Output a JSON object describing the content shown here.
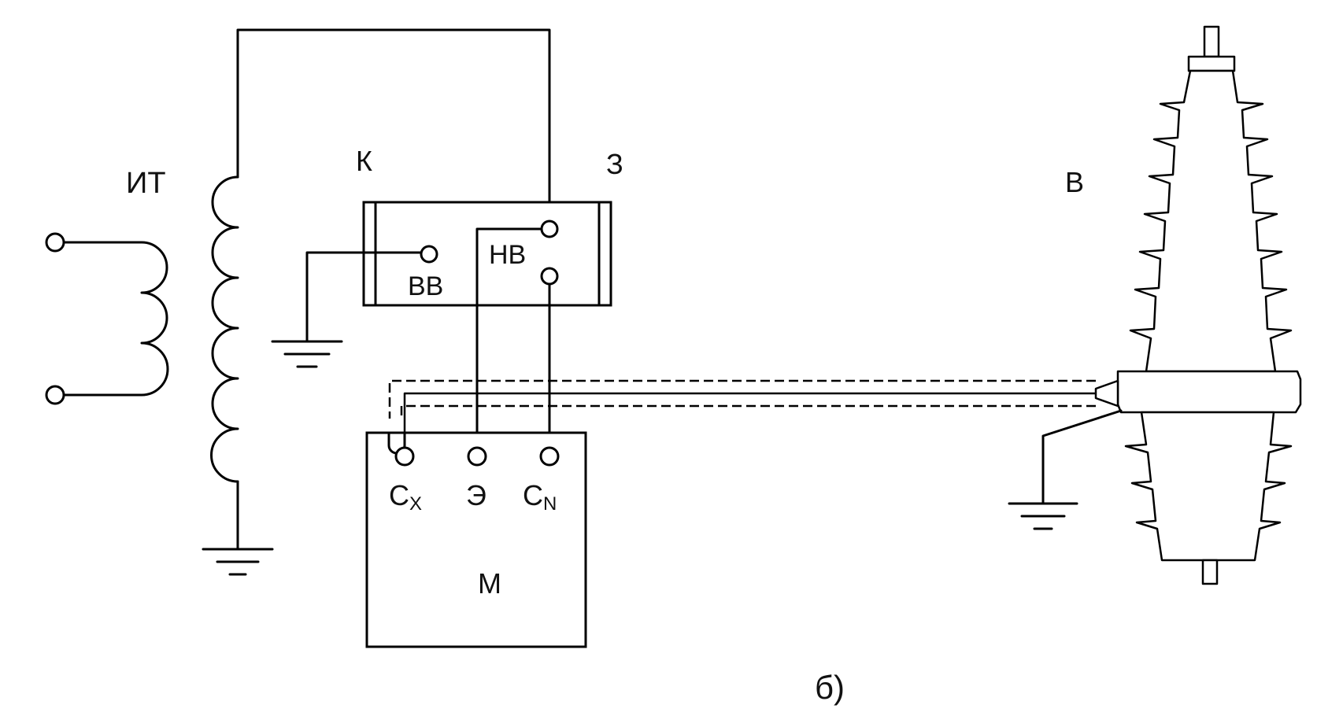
{
  "labels": {
    "transformer": "ИТ",
    "capacitor": "К",
    "screen": "З",
    "bushing": "В",
    "hv_terminal": "ВВ",
    "lv_terminal": "НВ",
    "bridge": "М",
    "cx_main": "C",
    "cx_sub": "X",
    "e_terminal": "Э",
    "cn_main": "C",
    "cn_sub": "N",
    "figure": "б)"
  }
}
